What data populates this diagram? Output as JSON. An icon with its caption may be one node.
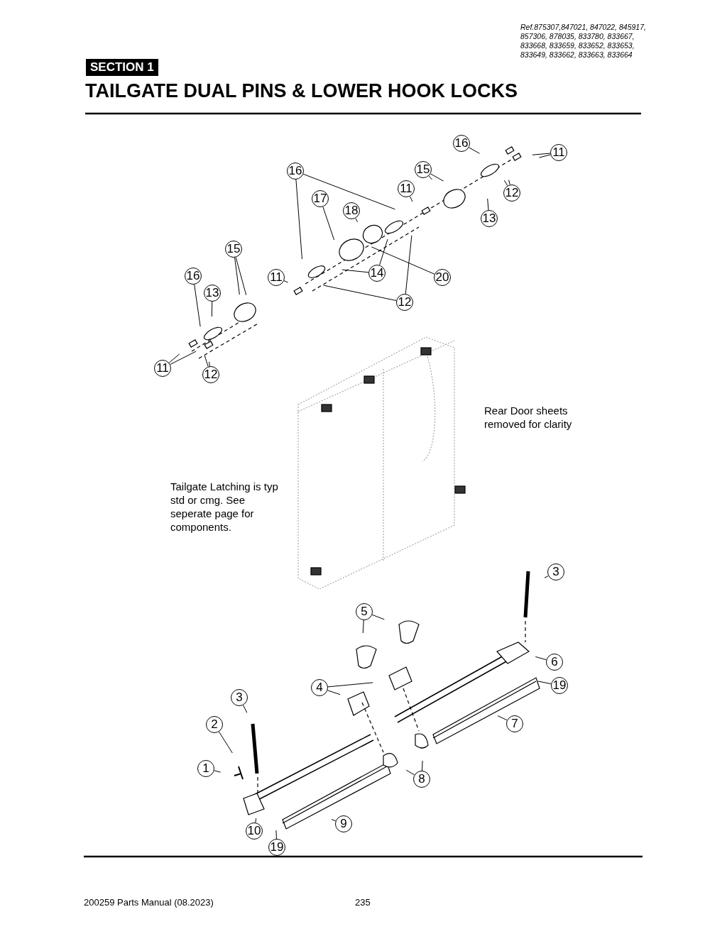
{
  "diagram": {
    "title": "TAILGATE DUAL PINS & LOWER HOOK LOCKS",
    "nodes": [
      {
        "text": [
          "16"
        ]
      },
      {
        "text": [
          "11"
        ]
      },
      {
        "text": [
          "16"
        ]
      },
      {
        "text": [
          "15"
        ]
      },
      {
        "text": [
          "11"
        ]
      },
      {
        "text": [
          "12"
        ]
      },
      {
        "text": [
          "17"
        ]
      },
      {
        "text": [
          "18"
        ]
      },
      {
        "text": [
          "13"
        ]
      },
      {
        "text": [
          "15"
        ]
      },
      {
        "text": [
          "16"
        ]
      },
      {
        "text": [
          "11"
        ]
      },
      {
        "text": [
          "14"
        ]
      },
      {
        "text": [
          "20"
        ]
      },
      {
        "text": [
          "13"
        ]
      },
      {
        "text": [
          "12"
        ]
      },
      {
        "text": [
          "11"
        ]
      },
      {
        "text": [
          "12"
        ]
      },
      {
        "text": [
          "3"
        ]
      },
      {
        "text": [
          "5"
        ]
      },
      {
        "text": [
          "6"
        ]
      },
      {
        "text": [
          "4"
        ]
      },
      {
        "text": [
          "19"
        ]
      },
      {
        "text": [
          "3"
        ]
      },
      {
        "text": [
          "2"
        ]
      },
      {
        "text": [
          "7"
        ]
      },
      {
        "text": [
          "1"
        ]
      },
      {
        "text": [
          "8"
        ]
      },
      {
        "text": [
          "9"
        ]
      },
      {
        "text": [
          "10"
        ]
      },
      {
        "text": [
          "19"
        ]
      }
    ],
    "edges": [
      {
        "from": 0,
        "to": null,
        "arrow": "none"
      },
      {
        "from": 1,
        "to": null,
        "arrow": "none"
      },
      {
        "from": 1,
        "to": null,
        "arrow": "none"
      },
      {
        "from": 2,
        "to": null,
        "arrow": "none"
      },
      {
        "from": 2,
        "to": null,
        "arrow": "none"
      },
      {
        "from": 3,
        "to": null,
        "arrow": "none"
      },
      {
        "from": 3,
        "to": null,
        "arrow": "none"
      },
      {
        "from": 4,
        "to": null,
        "arrow": "none"
      },
      {
        "from": 5,
        "to": null,
        "arrow": "none"
      },
      {
        "from": 5,
        "to": null,
        "arrow": "none"
      },
      {
        "from": 6,
        "to": null,
        "arrow": "none"
      },
      {
        "from": 7,
        "to": null,
        "arrow": "none"
      },
      {
        "from": 8,
        "to": null,
        "arrow": "none"
      },
      {
        "from": 9,
        "to": null,
        "arrow": "none"
      },
      {
        "from": 9,
        "to": null,
        "arrow": "none"
      },
      {
        "from": 10,
        "to": null,
        "arrow": "none"
      },
      {
        "from": 11,
        "to": null,
        "arrow": "none"
      },
      {
        "from": 12,
        "to": null,
        "arrow": "none"
      },
      {
        "from": 12,
        "to": null,
        "arrow": "none"
      },
      {
        "from": 13,
        "to": null,
        "arrow": "none"
      },
      {
        "from": 14,
        "to": null,
        "arrow": "none"
      },
      {
        "from": 15,
        "to": null,
        "arrow": "none"
      },
      {
        "from": 15,
        "to": null,
        "arrow": "none"
      },
      {
        "from": 16,
        "to": null,
        "arrow": "none"
      },
      {
        "from": 16,
        "to": null,
        "arrow": "none"
      },
      {
        "from": 17,
        "to": null,
        "arrow": "none"
      },
      {
        "from": 17,
        "to": null,
        "arrow": "none"
      },
      {
        "from": 18,
        "to": null,
        "arrow": "none"
      },
      {
        "from": 19,
        "to": null,
        "arrow": "none"
      },
      {
        "from": 19,
        "to": null,
        "arrow": "none"
      },
      {
        "from": 20,
        "to": null,
        "arrow": "none"
      },
      {
        "from": 21,
        "to": null,
        "arrow": "none"
      },
      {
        "from": 21,
        "to": null,
        "arrow": "none"
      },
      {
        "from": 22,
        "to": null,
        "arrow": "none"
      },
      {
        "from": 23,
        "to": null,
        "arrow": "none"
      },
      {
        "from": 24,
        "to": null,
        "arrow": "none"
      },
      {
        "from": 25,
        "to": null,
        "arrow": "none"
      },
      {
        "from": 26,
        "to": null,
        "arrow": "none"
      },
      {
        "from": 27,
        "to": null,
        "arrow": "none"
      },
      {
        "from": 27,
        "to": null,
        "arrow": "none"
      },
      {
        "from": 28,
        "to": null,
        "arrow": "none"
      },
      {
        "from": 29,
        "to": null,
        "arrow": "none"
      },
      {
        "from": 30,
        "to": null,
        "arrow": "none"
      }
    ],
    "labels": [
      "Ref.875307,847021, 847022, 845917, 857306, 878035, 833780, 833667, 833668, 833659, 833652, 833653, 833649, 833662, 833663, 833664",
      "SECTION 1",
      "Rear Door sheets removed for clarity",
      "Tailgate Latching is typ std or cmg. See seperate page for components.",
      "200259 Parts Manual (08.2023)",
      "235"
    ]
  }
}
